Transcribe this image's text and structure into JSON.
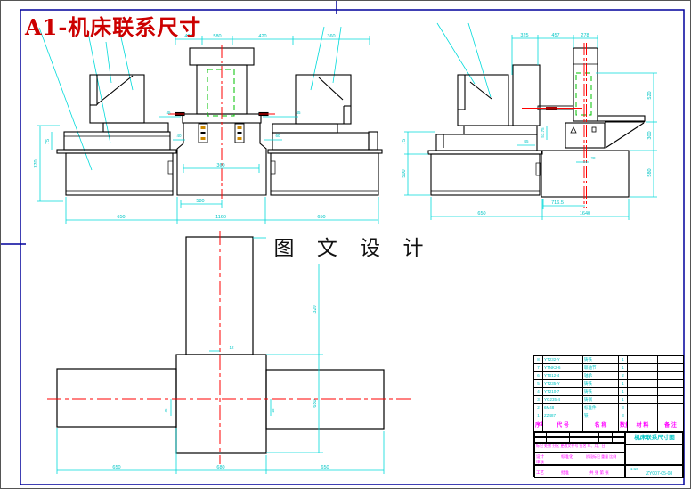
{
  "page": {
    "doc_title": "A1-机床联系尺寸",
    "center_caption": "图 文 设 计",
    "colors": {
      "frame": "#00009C",
      "dimension": "#00DADA",
      "centerline": "#FF0000",
      "hidden_line": "#00C000",
      "outline": "#000000",
      "title_red": "#CC0000",
      "table_magenta": "#FF00FF",
      "table_cyan": "#00C5C5"
    }
  },
  "front_view": {
    "dims_top": [
      "420",
      "580",
      "420",
      "360"
    ],
    "dim_height": "370",
    "dim_left_small": "75",
    "dim_shoulder_left": "45",
    "dim_shoulder_right": "45",
    "dim_base_small_left": "40",
    "dim_base_small_right": "60",
    "dim_bearing_span": "360",
    "dim_base_width": "580",
    "dims_bottom": [
      "650",
      "1160",
      "650"
    ]
  },
  "side_view": {
    "dims_top": [
      "325",
      "457",
      "278"
    ],
    "dims_right": [
      "520",
      "300",
      "580"
    ],
    "dim_left_upper": "75",
    "dim_left_lower": "500",
    "dim_small_a": "45",
    "dim_small_b": "53.75",
    "dim_small_c": "28",
    "dim_bottom_small": "716.5",
    "dims_bottom": [
      "650",
      "1640"
    ]
  },
  "plan_view": {
    "dims_bottom": [
      "650",
      "680",
      "650"
    ],
    "dim_col_offset": "320",
    "dim_col_height": "650",
    "dim_small_top": "12",
    "dim_small_left": "45",
    "dim_small_right": "45"
  },
  "parts_table": {
    "headers": [
      "序号",
      "代 号",
      "名 称",
      "数量",
      "材 料",
      "备 注"
    ],
    "rows": [
      {
        "no": "8",
        "code": "YT232-Y",
        "name": "铸铁",
        "qty": "1",
        "material": "",
        "note": ""
      },
      {
        "no": "7",
        "code": "YTNK2-6",
        "name": "联轴节",
        "qty": "1",
        "material": "",
        "note": ""
      },
      {
        "no": "6",
        "code": "YT012-4",
        "name": "轴承",
        "qty": "2",
        "material": "",
        "note": ""
      },
      {
        "no": "5",
        "code": "YT235-Y",
        "name": "铸铁",
        "qty": "1",
        "material": "",
        "note": ""
      },
      {
        "no": "4",
        "code": "YT210-7",
        "name": "铸铁",
        "qty": "1",
        "material": "",
        "note": ""
      },
      {
        "no": "3",
        "code": "YG235-4",
        "name": "铸钢",
        "qty": "1",
        "material": "",
        "note": ""
      },
      {
        "no": "2",
        "code": "6M48",
        "name": "标准件",
        "qty": "3",
        "material": "",
        "note": ""
      },
      {
        "no": "1",
        "code": "ZZ487",
        "name": "铁",
        "qty": "3",
        "material": "",
        "note": ""
      }
    ]
  },
  "title_block": {
    "drawing_title": "机床联系尺寸图",
    "doc_number": "ZY007-05-08",
    "revision_labels": "标记 处数 分区 更改文件号 签名 年、月、日",
    "design_label": "设计",
    "standard_label": "标准化",
    "stage_labels": "阶段标记 重量 比例",
    "check_label": "审核",
    "process_label": "工艺",
    "approve_label": "批准",
    "sheet_label": "共 张 第 张",
    "scale_value": "1:10"
  }
}
